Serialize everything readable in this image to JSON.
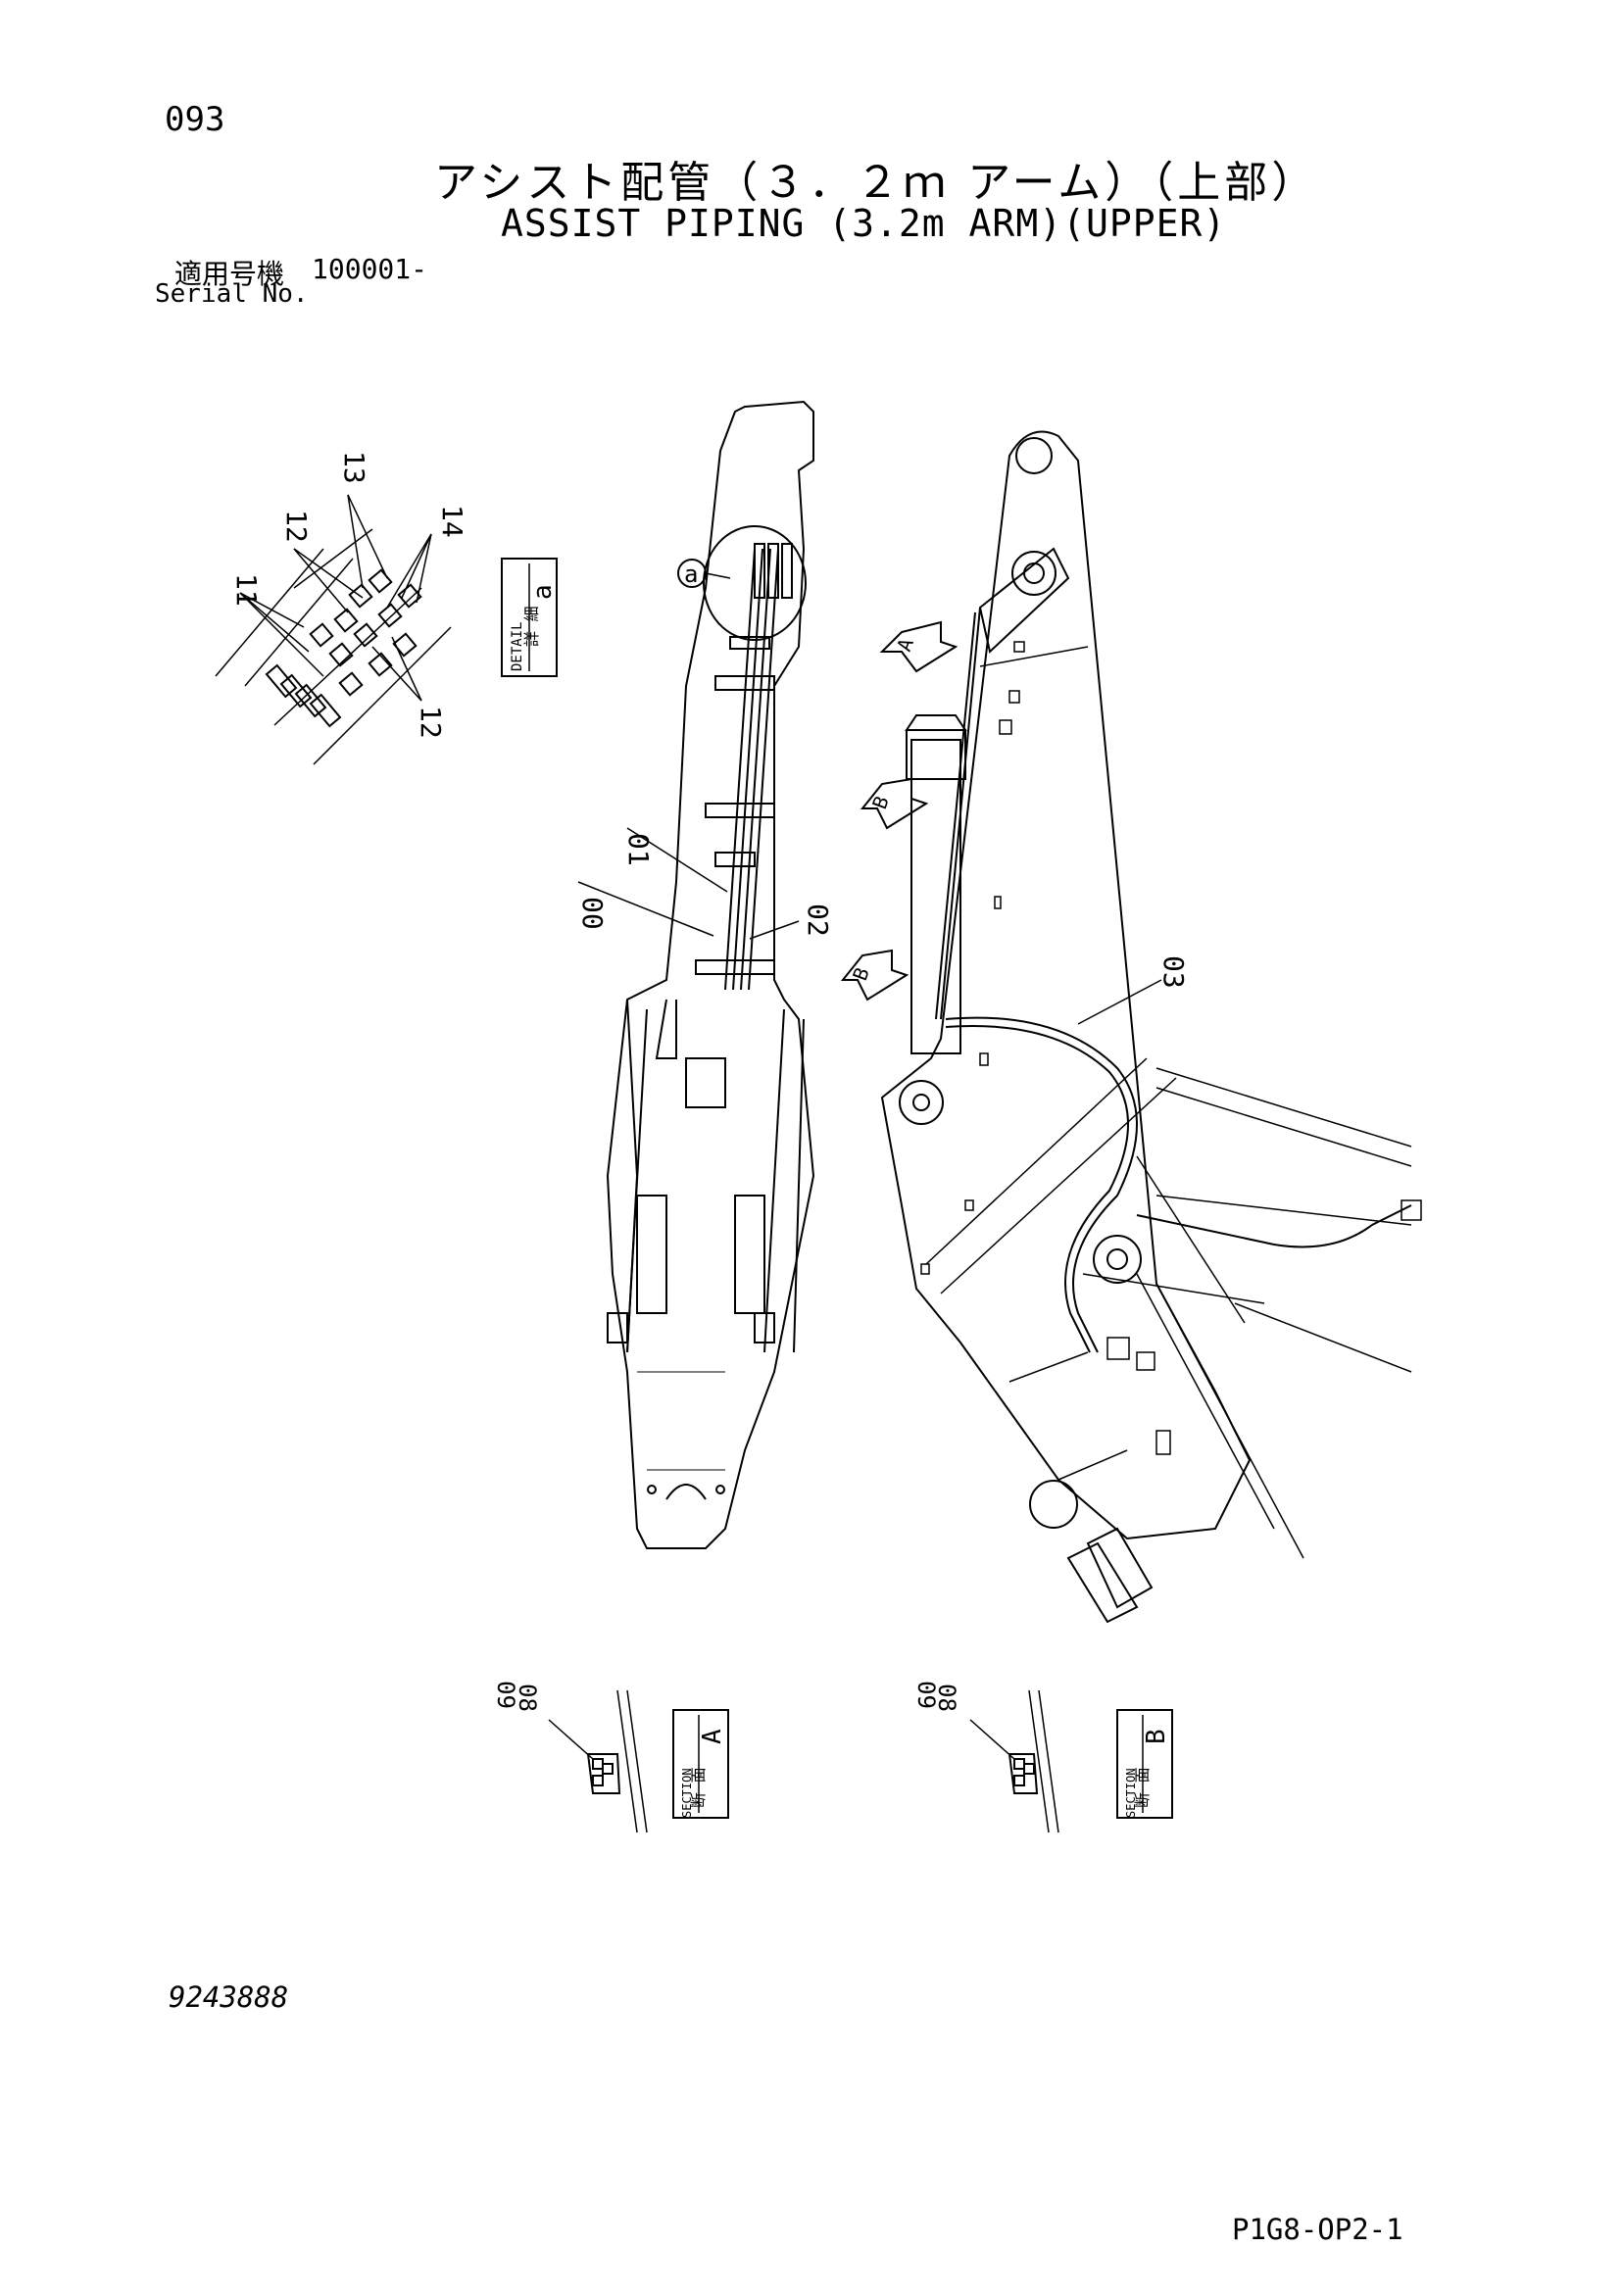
{
  "header": {
    "page_number": "093",
    "title_jp": "アシスト配管（３．２ｍ アーム）（上部）",
    "title_en": "ASSIST PIPING (3.2m ARM)(UPPER)",
    "serial_label_jp": "適用号機",
    "serial_label_en": "Serial No.",
    "serial_value": "100001-"
  },
  "detail_a": {
    "label_jp": "詳 細",
    "label_en": "DETAIL",
    "letter": "a",
    "callouts": [
      "11",
      "12",
      "13",
      "14",
      "12"
    ]
  },
  "main_view": {
    "detail_marker": "a",
    "callouts": [
      "00",
      "01",
      "02",
      "03"
    ],
    "section_arrows": [
      "A",
      "B",
      "B"
    ]
  },
  "section_a": {
    "label_jp": "断 面",
    "label_en": "SECTION",
    "letter": "A",
    "callouts": [
      "08",
      "09"
    ]
  },
  "section_b": {
    "label_jp": "断 面",
    "label_en": "SECTION",
    "letter": "B",
    "callouts": [
      "08",
      "09"
    ]
  },
  "footer": {
    "drawing_number": "9243888",
    "page_code": "P1G8-OP2-1"
  }
}
